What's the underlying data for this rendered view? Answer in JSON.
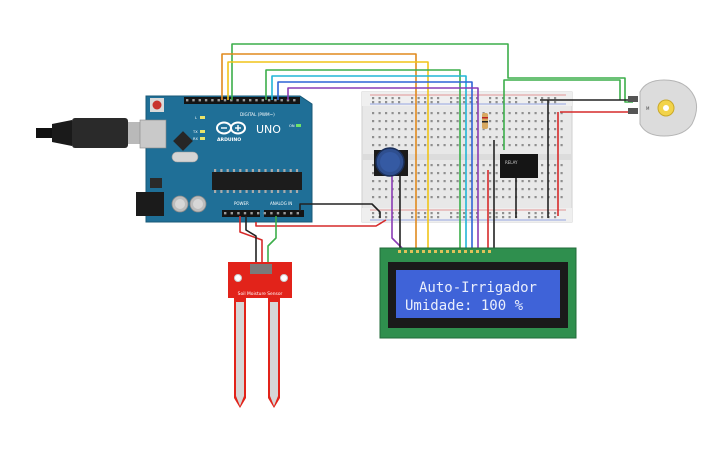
{
  "arduino": {
    "brand": "ARDUINO",
    "model": "UNO",
    "digital_label": "DIGITAL (PWM~)",
    "power_label": "POWER",
    "analog_label": "ANALOG IN",
    "tx_label": "TX",
    "rx_label": "RX",
    "l_label": "L",
    "on_label": "ON"
  },
  "lcd": {
    "line1": "Auto-Irrigador",
    "line2": "Umidade: 100 %",
    "screen_color": "#3f63d8",
    "board_color": "#2f8f4e"
  },
  "soil_sensor": {
    "label": "Soil Moisture Sensor",
    "board_color": "#e2231a"
  },
  "relay": {
    "label": "RELAY"
  },
  "motor": {
    "label": "M"
  },
  "colors": {
    "arduino_blue": "#1f6f97",
    "wire_orange": "#e08a1e",
    "wire_yellow": "#f0c419",
    "wire_green": "#3cae4a",
    "wire_cyan": "#21b6d6",
    "wire_blue": "#2f64d6",
    "wire_purple": "#8a3bb5",
    "wire_red": "#d62a2a",
    "wire_black": "#222222"
  }
}
